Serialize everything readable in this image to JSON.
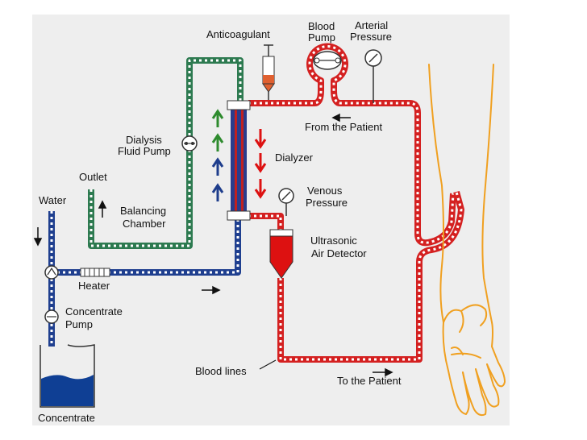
{
  "labels": {
    "anticoagulant": "Anticoagulant",
    "blood_pump_1": "Blood",
    "blood_pump_2": "Pump",
    "arterial_1": "Arterial",
    "arterial_2": "Pressure",
    "from_patient": "From the Patient",
    "dialysis_1": "Dialysis",
    "dialysis_2": "Fluid Pump",
    "dialyzer": "Dialyzer",
    "outlet": "Outlet",
    "water": "Water",
    "venous_1": "Venous",
    "venous_2": "Pressure",
    "balancing_1": "Balancing",
    "balancing_2": "Chamber",
    "ultrasonic_1": "Ultrasonic",
    "ultrasonic_2": "Air Detector",
    "heater": "Heater",
    "concentrate_pump_1": "Concentrate",
    "concentrate_pump_2": "Pump",
    "blood_lines": "Blood lines",
    "to_patient": "To the Patient",
    "concentrate": "Concentrate"
  },
  "colors": {
    "background": "#eeeeee",
    "blood_line": "#d42020",
    "dialysate_in": "#1f3f8f",
    "dialysate_out": "#2d7a50",
    "concentrate_fill": "#0f3f94",
    "arm_outline": "#f0a020",
    "arrow_green": "#2e8b2e",
    "arrow_blue": "#1e3d8c",
    "arrow_red": "#dd1111"
  }
}
